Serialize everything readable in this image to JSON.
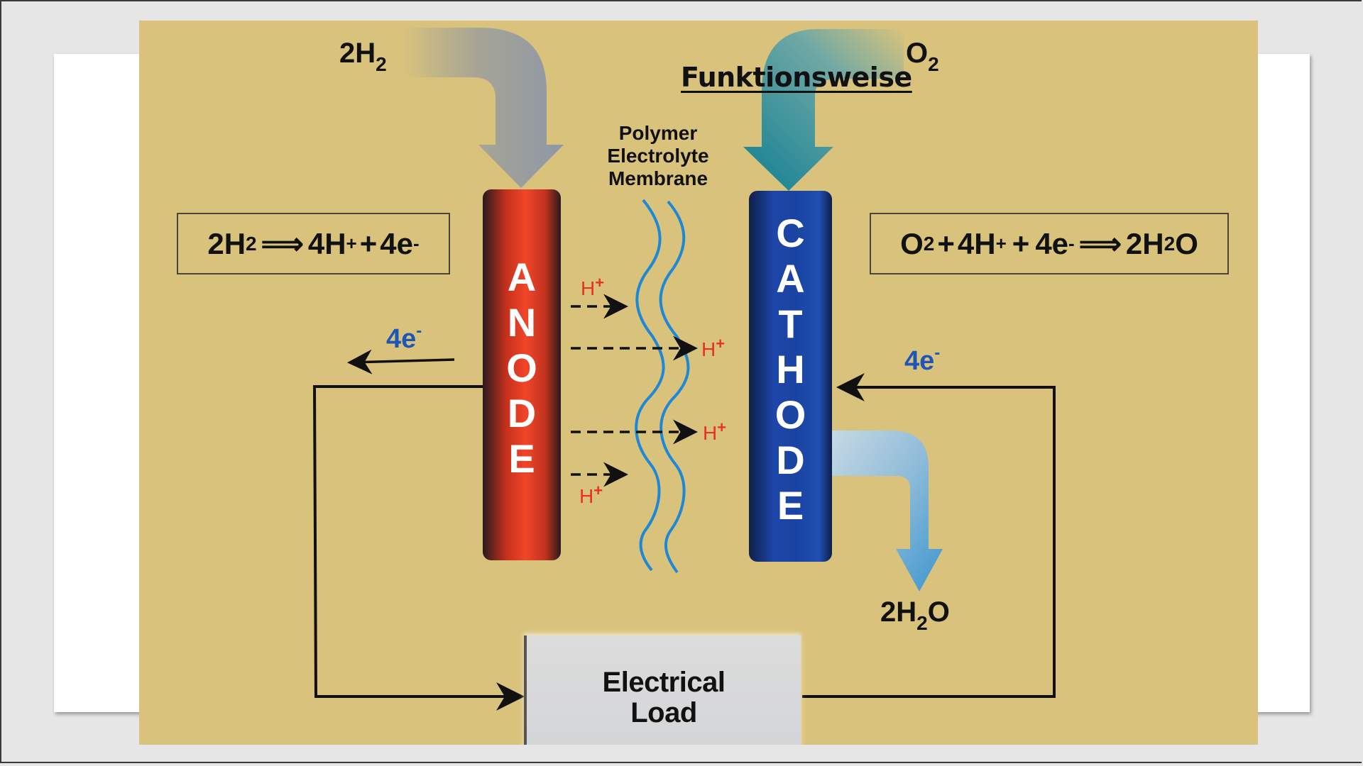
{
  "slide": {
    "title": "Funktionsweise"
  },
  "diagram": {
    "hydrogen_input": {
      "main": "2H",
      "sub": "2"
    },
    "oxygen_input": {
      "main": "O",
      "sub": "2"
    },
    "anode_label": [
      "A",
      "N",
      "O",
      "D",
      "E"
    ],
    "cathode_label": [
      "C",
      "A",
      "T",
      "H",
      "O",
      "D",
      "E"
    ],
    "membrane_label": [
      "Polymer",
      "Electrolyte",
      "Membrane"
    ],
    "anode_equation": {
      "parts": [
        "2H",
        "2",
        "⟹",
        "4H",
        "+",
        "+",
        "4e",
        "-"
      ]
    },
    "cathode_equation": {
      "parts": [
        "O",
        "2",
        "+",
        "4H",
        "+",
        "+",
        "4e",
        "-",
        "⟹",
        "2H",
        "2",
        "O"
      ]
    },
    "proton_labels": [
      {
        "main": "H",
        "sup": "+"
      },
      {
        "main": "H",
        "sup": "+"
      },
      {
        "main": "H",
        "sup": "+"
      },
      {
        "main": "H",
        "sup": "+"
      }
    ],
    "electron_left": {
      "main": "4e",
      "sup": "-"
    },
    "electron_right": {
      "main": "4e",
      "sup": "-"
    },
    "water_output": {
      "pre": "2H",
      "sub": "2",
      "post": "O"
    },
    "load_label": [
      "Electrical",
      "Load"
    ],
    "colors": {
      "background": "#d9c37c",
      "anode": "#e8401f",
      "cathode": "#1a3f9e",
      "membrane": "#1e88d6",
      "proton": "#e8321e",
      "electron": "#1e56b8",
      "hydrogen_arrow": "#8e97a6",
      "oxygen_arrow": "#0f7f93",
      "water_arrow": "#6aa9d3"
    }
  }
}
